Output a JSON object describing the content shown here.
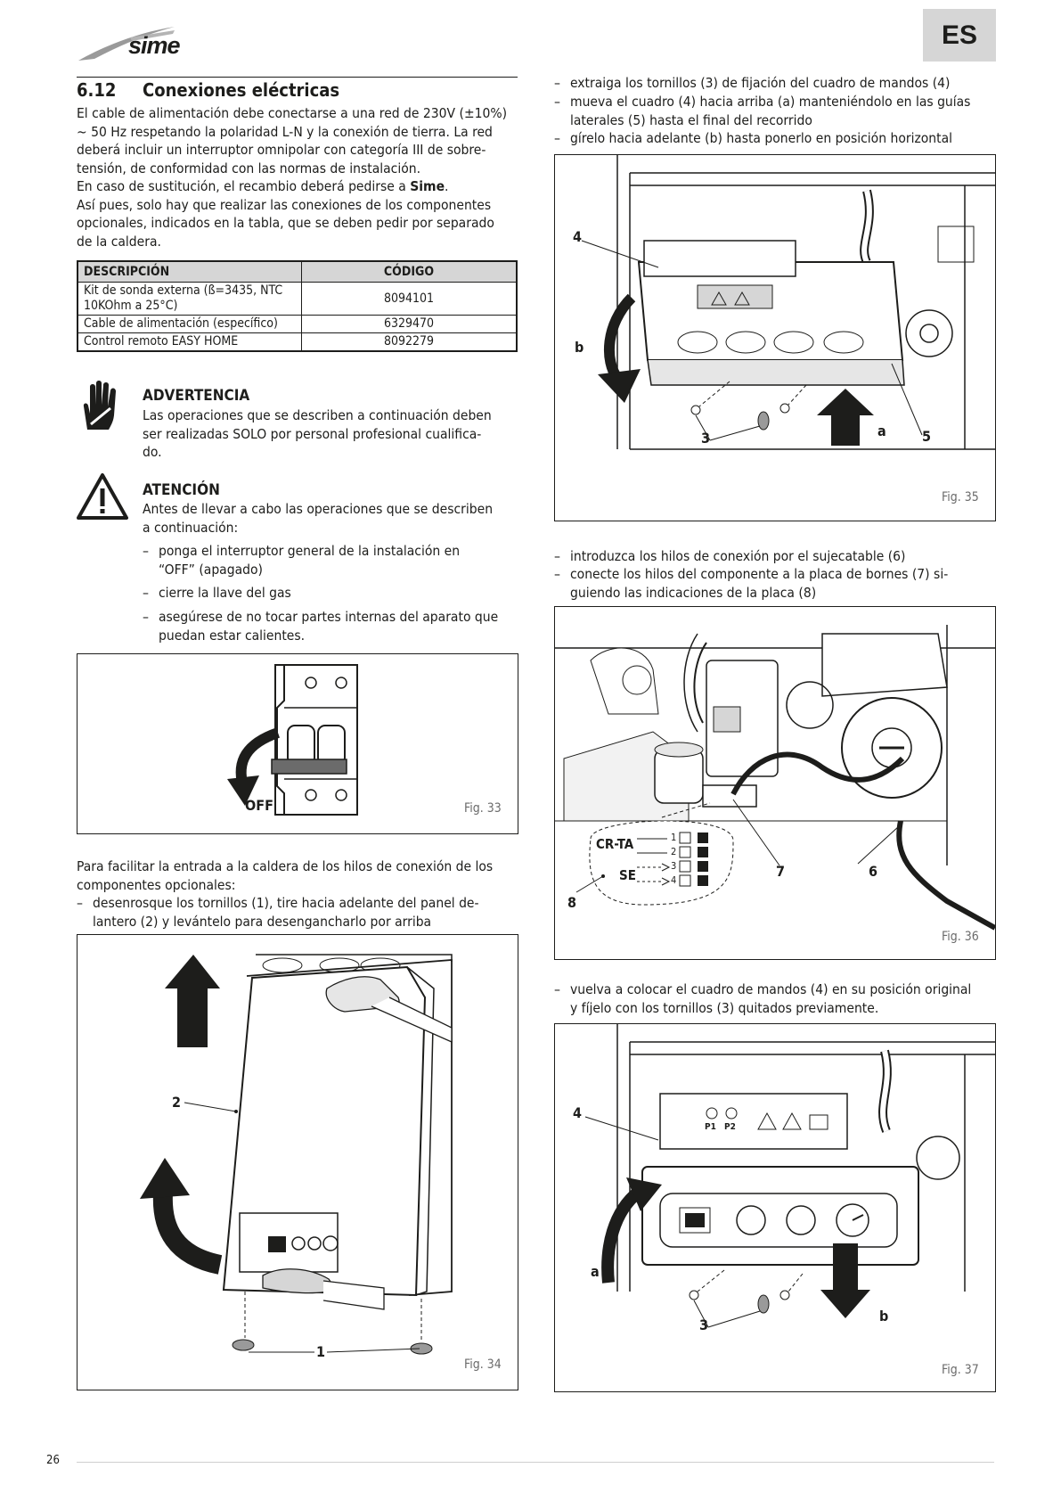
{
  "header": {
    "brand": "sime",
    "lang": "ES"
  },
  "section": {
    "number": "6.12",
    "title": "Conexiones eléctricas"
  },
  "intro": {
    "lines": [
      "El cable de alimentación debe conectarse a una red de 230V (±10%)",
      "~ 50 Hz respetando la polaridad L-N y la conexión de tierra. La red",
      "deberá incluir un interruptor omnipolar con categoría III de sobre-",
      "tensión, de conformidad con las normas de instalación."
    ],
    "replacement_prefix": "En caso de sustitución, el recambio deberá pedirse a ",
    "replacement_brand": "Sime",
    "replacement_suffix": ".",
    "optional_lines": [
      "Así pues, solo hay que realizar las conexiones de los componentes",
      "opcionales, indicados en la tabla, que se deben pedir por separado",
      "de la caldera."
    ]
  },
  "table": {
    "headers": [
      "DESCRIPCIÓN",
      "CÓDIGO"
    ],
    "rows": [
      {
        "desc": "Kit de sonda externa (ß=3435, NTC 10KOhm a 25°C)",
        "code": "8094101"
      },
      {
        "desc": "Cable de alimentación (específico)",
        "code": "6329470"
      },
      {
        "desc": "Control remoto EASY HOME",
        "code": "8092279"
      }
    ]
  },
  "warning": {
    "title": "ADVERTENCIA",
    "lines": [
      "Las operaciones que se describen a continuación deben",
      "ser realizadas SOLO por personal profesional cualifica-",
      "do."
    ]
  },
  "caution": {
    "title": "ATENCIÓN",
    "lines": [
      "Antes de llevar a cabo las operaciones que se describen",
      "a continuación:"
    ],
    "bullets": [
      [
        "ponga el interruptor general de la instalación en",
        "“OFF” (apagado)"
      ],
      [
        "cierre la llave del gas"
      ],
      [
        "asegúrese de no tocar partes internas del aparato que",
        "puedan estar calientes."
      ]
    ]
  },
  "fig33": {
    "caption": "Fig. 33",
    "label_off": "OFF"
  },
  "access": {
    "lines": [
      "Para facilitar la entrada a la caldera de los hilos de conexión de los",
      "componentes opcionales:"
    ],
    "bullet": [
      "desenrosque los tornillos (1), tire hacia adelante del panel de-",
      "lantero (2) y levántelo para desengancharlo por arriba"
    ]
  },
  "fig34": {
    "caption": "Fig. 34",
    "callouts": [
      "2",
      "1"
    ]
  },
  "steps_a": [
    [
      "extraiga los tornillos (3) de fijación del cuadro de mandos (4)"
    ],
    [
      "mueva el cuadro (4) hacia arriba (a) manteniéndolo en las guías",
      "laterales (5) hasta el final del recorrido"
    ],
    [
      "gírelo hacia adelante (b) hasta ponerlo en posición horizontal"
    ]
  ],
  "fig35": {
    "caption": "Fig. 35",
    "callouts": [
      "4",
      "b",
      "3",
      "a",
      "5"
    ]
  },
  "steps_b": [
    [
      "introduzca los hilos de conexión por el sujecatable (6)"
    ],
    [
      "conecte los hilos del componente a la placa de bornes (7) si-",
      "guiendo las indicaciones de la placa (8)"
    ]
  ],
  "fig36": {
    "caption": "Fig. 36",
    "callouts": [
      "7",
      "6",
      "8"
    ],
    "terminal_labels": [
      "CR-TA",
      "SE"
    ],
    "terminal_numbers": [
      "1",
      "2",
      "3",
      "4"
    ]
  },
  "steps_c": [
    [
      "vuelva a colocar el cuadro de mandos (4) en su posición original",
      "y fíjelo con los tornillos (3) quitados previamente."
    ]
  ],
  "fig37": {
    "caption": "Fig. 37",
    "callouts": [
      "4",
      "a",
      "3",
      "b"
    ],
    "pot_labels": [
      "P1",
      "P2"
    ]
  },
  "footer": {
    "page": "26"
  }
}
